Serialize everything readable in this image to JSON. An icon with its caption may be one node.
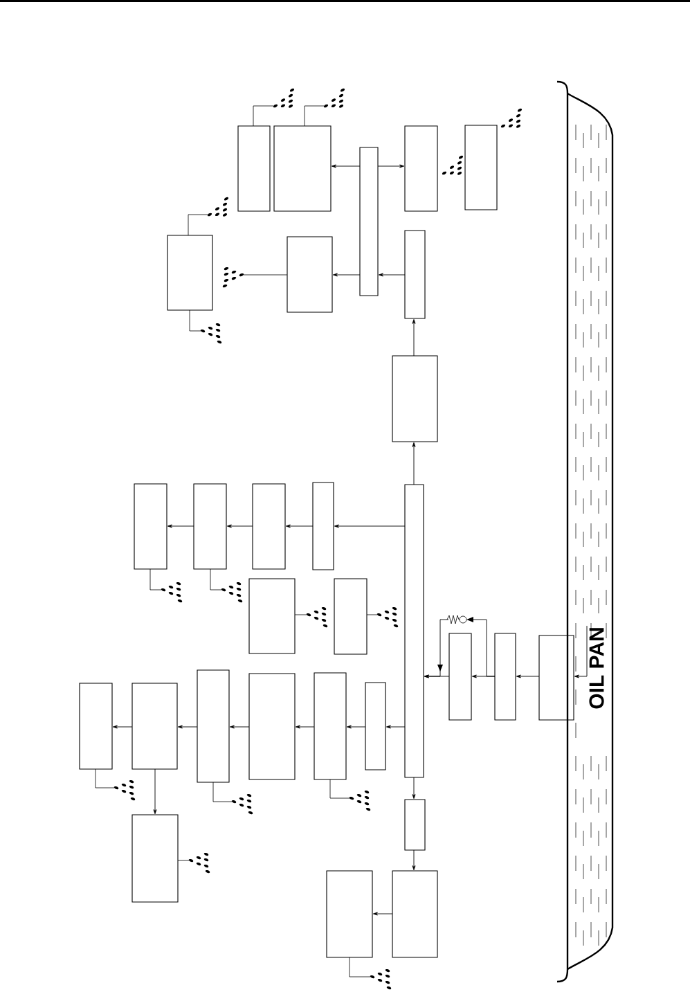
{
  "diagram": {
    "nodes": [
      {
        "text": [
          "OIL PAN"
        ]
      },
      {
        "text": [],
        "shape": "box"
      },
      {
        "text": [],
        "shape": "box"
      },
      {
        "text": [],
        "shape": "box"
      },
      {
        "text": [],
        "shape": "box"
      },
      {
        "text": [],
        "shape": "box"
      },
      {
        "text": [],
        "shape": "box"
      },
      {
        "text": [],
        "shape": "box"
      },
      {
        "text": [],
        "shape": "box"
      },
      {
        "text": [],
        "shape": "box"
      },
      {
        "text": [],
        "shape": "box"
      },
      {
        "text": [],
        "shape": "box"
      },
      {
        "text": [],
        "shape": "box"
      },
      {
        "text": [],
        "shape": "box"
      },
      {
        "text": [],
        "shape": "box"
      },
      {
        "text": [],
        "shape": "box"
      },
      {
        "text": [],
        "shape": "box"
      },
      {
        "text": [],
        "shape": "box"
      },
      {
        "text": [],
        "shape": "box"
      },
      {
        "text": [],
        "shape": "box"
      },
      {
        "text": [],
        "shape": "box"
      },
      {
        "text": [],
        "shape": "box"
      },
      {
        "text": [],
        "shape": "box"
      },
      {
        "text": [],
        "shape": "box"
      },
      {
        "text": [],
        "shape": "box"
      },
      {
        "text": [],
        "shape": "box"
      },
      {
        "text": [],
        "shape": "box"
      },
      {
        "text": [],
        "shape": "box"
      },
      {
        "text": [],
        "shape": "box"
      },
      {
        "text": [],
        "shape": "box"
      }
    ],
    "edges": [
      {
        "from": 0,
        "to": 1,
        "arrow": "to"
      },
      {
        "from": 1,
        "to": 2,
        "arrow": "to"
      },
      {
        "from": 2,
        "to": 3,
        "arrow": "to"
      },
      {
        "from": 3,
        "to": 4,
        "arrow": "to"
      },
      {
        "from": 2,
        "to": 4,
        "arrow": "to"
      },
      {
        "from": 4,
        "to": 5,
        "arrow": "to"
      },
      {
        "from": 5,
        "to": 6,
        "arrow": "to"
      },
      {
        "from": 6,
        "to": 7,
        "arrow": "to"
      },
      {
        "from": 7,
        "to": 8,
        "arrow": "to"
      },
      {
        "from": 7,
        "to": 11,
        "arrow": "to"
      },
      {
        "from": 7,
        "to": 12,
        "arrow": "to"
      },
      {
        "from": 4,
        "to": 14,
        "arrow": "to"
      },
      {
        "from": 14,
        "to": 15,
        "arrow": "to"
      },
      {
        "from": 15,
        "to": 16,
        "arrow": "to"
      },
      {
        "from": 16,
        "to": 17,
        "arrow": "to"
      },
      {
        "from": 4,
        "to": 20,
        "arrow": "to"
      },
      {
        "from": 20,
        "to": 21,
        "arrow": "to"
      },
      {
        "from": 21,
        "to": 22,
        "arrow": "to"
      },
      {
        "from": 22,
        "to": 23,
        "arrow": "to"
      },
      {
        "from": 23,
        "to": 24,
        "arrow": "to"
      },
      {
        "from": 24,
        "to": 25,
        "arrow": "to"
      },
      {
        "from": 24,
        "to": 26,
        "arrow": "to"
      },
      {
        "from": 4,
        "to": 27,
        "arrow": "to"
      },
      {
        "from": 27,
        "to": 28,
        "arrow": "to"
      },
      {
        "from": 28,
        "to": 29,
        "arrow": "to"
      }
    ]
  }
}
